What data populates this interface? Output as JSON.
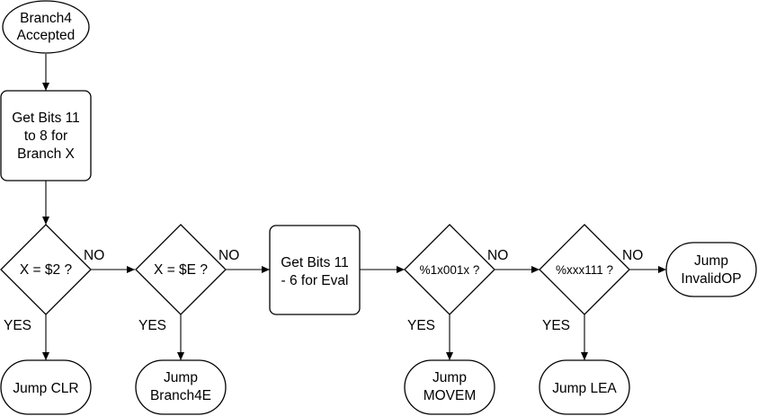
{
  "nodes": {
    "start": {
      "lines": [
        "Branch4",
        "Accepted"
      ]
    },
    "get_bits_branch": {
      "lines": [
        "Get Bits 11",
        "to 8 for",
        "Branch X"
      ]
    },
    "check_2": {
      "lines": [
        "X = $2 ?"
      ]
    },
    "check_e": {
      "lines": [
        "X = $E ?"
      ]
    },
    "get_bits_eval": {
      "lines": [
        "Get Bits 11",
        "- 6 for Eval"
      ]
    },
    "check_movem": {
      "lines": [
        "%1x001x ?"
      ]
    },
    "check_lea": {
      "lines": [
        "%xxx111 ?"
      ]
    },
    "jump_invalid": {
      "lines": [
        "Jump",
        "InvalidOP"
      ]
    },
    "jump_clr": {
      "lines": [
        "Jump CLR"
      ]
    },
    "jump_branch4e": {
      "lines": [
        "Jump",
        "Branch4E"
      ]
    },
    "jump_movem": {
      "lines": [
        "Jump",
        "MOVEM"
      ]
    },
    "jump_lea": {
      "lines": [
        "Jump LEA"
      ]
    }
  },
  "edge_labels": {
    "yes": "YES",
    "no": "NO"
  }
}
